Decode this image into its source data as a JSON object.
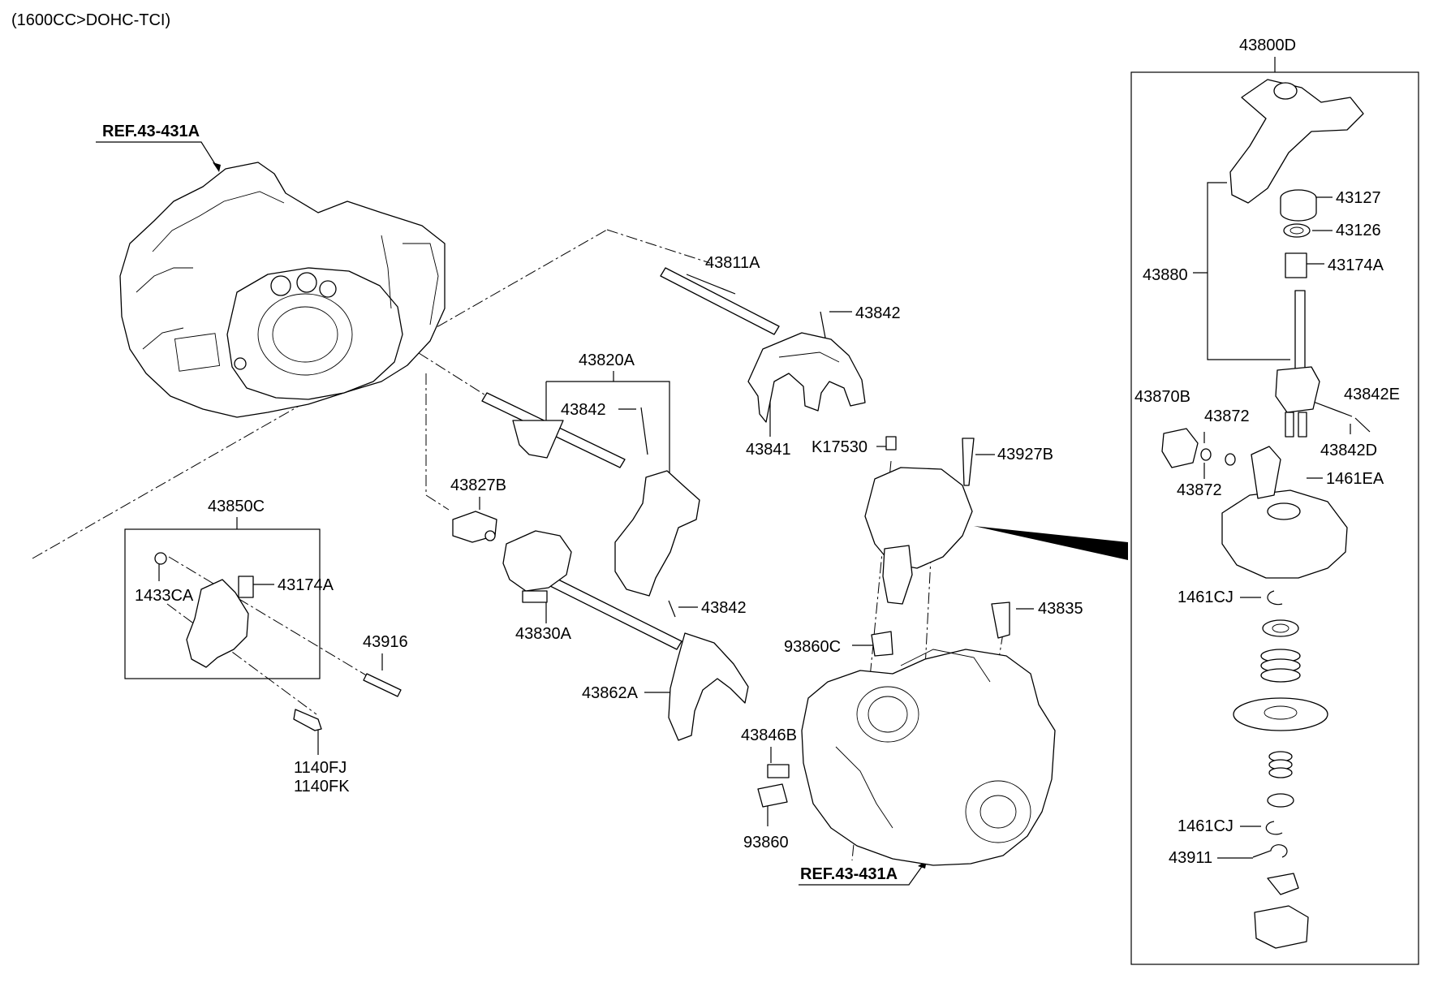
{
  "diagram": {
    "engine_spec": "(1600CC>DOHC-TCI)",
    "ref_top": "REF.43-431A",
    "ref_bottom": "REF.43-431A",
    "labels": {
      "p43800D": "43800D",
      "p43127": "43127",
      "p43126": "43126",
      "p43174A_r": "43174A",
      "p43880": "43880",
      "p43870B": "43870B",
      "p43872_a": "43872",
      "p43872_b": "43872",
      "p43842E": "43842E",
      "p43842D": "43842D",
      "p1461EA": "1461EA",
      "p1461CJ_a": "1461CJ",
      "p1461CJ_b": "1461CJ",
      "p43911": "43911",
      "p43811A": "43811A",
      "p43842_a": "43842",
      "p43841": "43841",
      "p43820A": "43820A",
      "p43842_b": "43842",
      "p43827B": "43827B",
      "p43830A": "43830A",
      "p43842_c": "43842",
      "p43862A": "43862A",
      "p43850C": "43850C",
      "p1433CA": "1433CA",
      "p43174A_l": "43174A",
      "p43916": "43916",
      "p1140FJ": "1140FJ",
      "p1140FK": "1140FK",
      "pK17530": "K17530",
      "p43927B": "43927B",
      "p93860C": "93860C",
      "p43835": "43835",
      "p43846B": "43846B",
      "p93860": "93860"
    }
  }
}
